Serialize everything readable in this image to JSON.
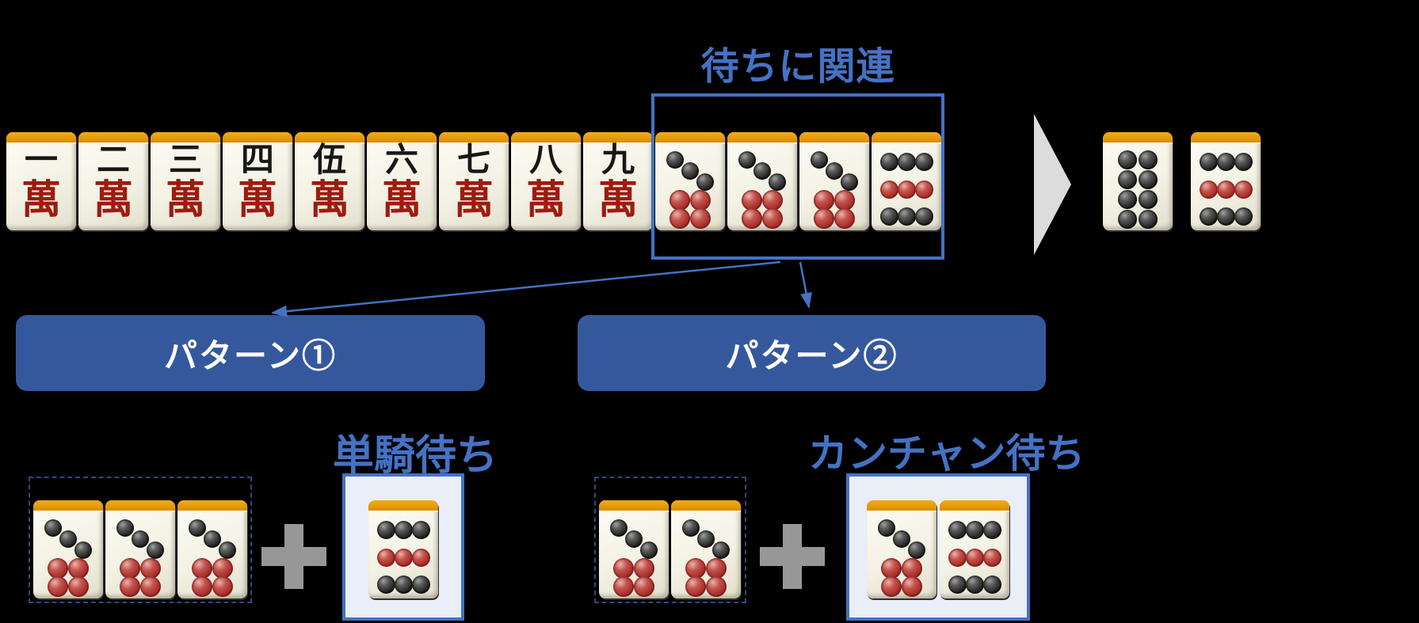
{
  "title": "待ちに関連",
  "hand": {
    "tiles": [
      "1m",
      "2m",
      "3m",
      "4m",
      "5m",
      "6m",
      "7m",
      "8m",
      "9m",
      "7p",
      "7p",
      "7p",
      "9p"
    ]
  },
  "result": {
    "tiles": [
      "8p",
      "9p"
    ]
  },
  "man_glyphs": {
    "1m": {
      "num": "一",
      "suit": "萬"
    },
    "2m": {
      "num": "二",
      "suit": "萬"
    },
    "3m": {
      "num": "三",
      "suit": "萬"
    },
    "4m": {
      "num": "四",
      "suit": "萬"
    },
    "5m": {
      "num": "伍",
      "suit": "萬"
    },
    "6m": {
      "num": "六",
      "suit": "萬"
    },
    "7m": {
      "num": "七",
      "suit": "萬"
    },
    "8m": {
      "num": "八",
      "suit": "萬"
    },
    "9m": {
      "num": "九",
      "suit": "萬"
    }
  },
  "patterns": [
    {
      "label": "パターン①",
      "group_tiles": [
        "7p",
        "7p",
        "7p"
      ],
      "plus": "+",
      "wait_label": "単騎待ち",
      "wait_tiles": [
        "9p"
      ]
    },
    {
      "label": "パターン②",
      "group_tiles": [
        "7p",
        "7p"
      ],
      "plus": "+",
      "wait_label": "カンチャン待ち",
      "wait_tiles": [
        "7p",
        "9p"
      ]
    }
  ],
  "colors": {
    "accent_blue": "#4472C4",
    "pattern_box_fill": "#35589D",
    "pattern_text": "#FFFFFF",
    "arrow_gray": "#DCDCDC",
    "plus_gray": "#979797",
    "tile_orange": "#E89B12",
    "tile_face": "#F4F2E5",
    "pin_red": "#9E2722",
    "pin_black": "#1E1E1E",
    "man_red": "#9E1B10",
    "wait_box_fill": "#E9EEF8"
  }
}
